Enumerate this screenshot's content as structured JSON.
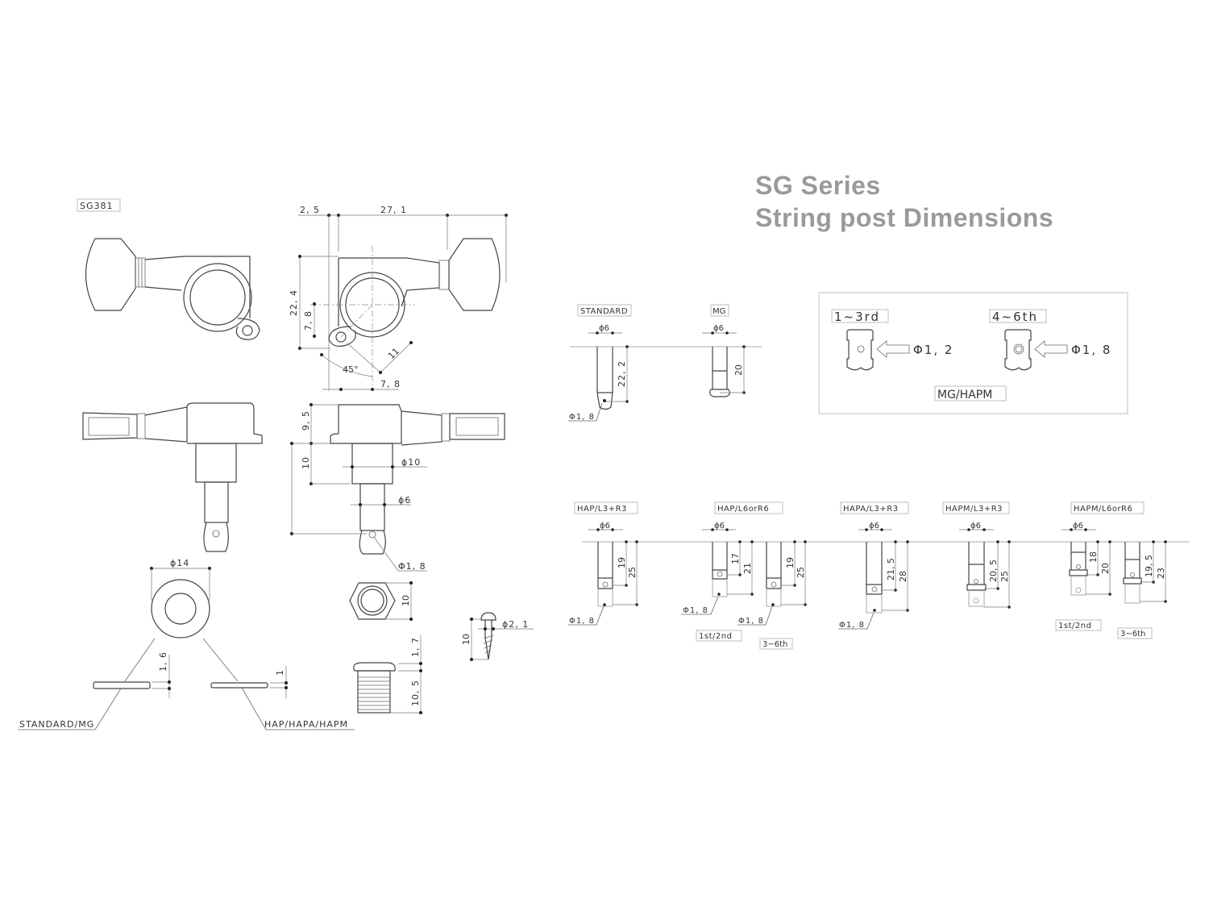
{
  "title": {
    "line1": "SG Series",
    "line2": "String post Dimensions"
  },
  "left_drawing": {
    "model_label": "SG381",
    "top_view": {
      "dims": {
        "offset": "2, 5",
        "length": "27, 1",
        "height": "22, 4",
        "hole_offset_v": "7, 8",
        "hole_offset_h": "7, 8",
        "angle": "45°",
        "diag": "11"
      }
    },
    "side_view": {
      "dims": {
        "top": "9, 5",
        "bushing": "10",
        "bushing_dia": "ϕ10",
        "post_dia": "ϕ6",
        "hole_dia": "Φ1, 8"
      }
    },
    "washer": {
      "dia": "ϕ14",
      "standard_thickness": "1, 6",
      "hap_thickness": "1",
      "standard_label": "STANDARD/MG",
      "hap_label": "HAP/HAPA/HAPM"
    },
    "hex_nut": {
      "size": "10"
    },
    "bushing": {
      "head": "1, 7",
      "length": "10, 5"
    },
    "screw": {
      "length": "10",
      "dia": "ϕ2, 1"
    }
  },
  "posts_top": [
    {
      "label": "STANDARD",
      "dia": "ϕ6",
      "dims": [
        "22, 2"
      ],
      "hole": "Φ1, 8"
    },
    {
      "label": "MG",
      "dia": "ϕ6",
      "dims": [
        "20"
      ]
    }
  ],
  "mg_hapm_box": {
    "left_label": "1~3rd",
    "left_hole": "Φ1, 2",
    "right_label": "4~6th",
    "right_hole": "Φ1, 8",
    "caption": "MG/HAPM"
  },
  "posts_bottom": [
    {
      "label": "HAP/L3+R3",
      "dia": "ϕ6",
      "dims": [
        "19",
        "25"
      ],
      "hole": "Φ1, 8"
    },
    {
      "label": "HAP/L6orR6",
      "dia": "ϕ6",
      "groups": [
        {
          "dims": [
            "17",
            "21"
          ],
          "hole": "Φ1, 8",
          "caption": "1st/2nd"
        },
        {
          "dims": [
            "19",
            "25"
          ],
          "hole": "Φ1, 8",
          "caption": "3~6th"
        }
      ]
    },
    {
      "label": "HAPA/L3+R3",
      "dia": "ϕ6",
      "dims": [
        "21, 5",
        "28"
      ],
      "hole": "Φ1, 8"
    },
    {
      "label": "HAPM/L3+R3",
      "dia": "ϕ6",
      "dims": [
        "20, 5",
        "25"
      ]
    },
    {
      "label": "HAPM/L6orR6",
      "dia": "ϕ6",
      "groups": [
        {
          "dims": [
            "18",
            "20"
          ],
          "caption": "1st/2nd"
        },
        {
          "dims": [
            "19, 5",
            "23"
          ],
          "caption": "3~6th"
        }
      ]
    }
  ]
}
